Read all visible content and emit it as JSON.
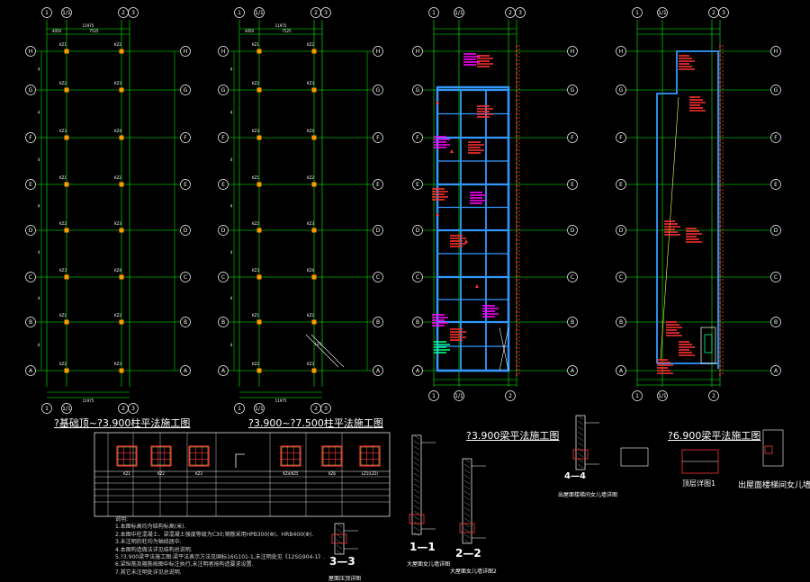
{
  "titles": {
    "plan1": "?基础顶~?3.900柱平法施工图",
    "plan2": "?3.900~?7.500柱平法施工图",
    "plan3": "?3.900梁平法施工图",
    "plan4": "?6.900梁平法施工图",
    "parapet": "出屋面楼梯间女儿墙详图",
    "detail_room": "顶层详图1"
  },
  "grid_letters": [
    "H",
    "G",
    "F",
    "E",
    "D",
    "C",
    "B",
    "A"
  ],
  "grid_numbers_a": [
    "1",
    "1/1",
    "2",
    "3"
  ],
  "column_labels": [
    "KZ1",
    "KZ2",
    "KZ3",
    "KZ4/KZ5",
    "KZ6",
    "LZ1(LZ2)"
  ],
  "sections": {
    "s11": "1—1",
    "s22": "2—2",
    "s33": "3—3",
    "s44": "4—4"
  },
  "section_captions": {
    "s11": "大屋面女儿墙详图",
    "s22": "大屋面女儿墙详图2",
    "s33": "屋面压顶详图",
    "s44": "出屋面楼梯间女儿墙详图"
  },
  "notes": [
    "说明:",
    "1.本图标高均为结构标高(米).",
    "2.本图中柱混凝土、梁混凝土强度等级为C30;钢筋采用HPB300(Φ)、HRB400(Φ).",
    "3.未注明的柱均为轴线居中.",
    "4.本图构造做法详见结构总说明.",
    "5.?3.900梁平法施工图:梁平法表示方法见国标16G101-1,未注明处见《12SG904-1》.",
    "6.梁纵筋及箍筋按图中标注执行,未注明者按构造要求设置.",
    "7.其它未注明处详见总说明."
  ],
  "colors": {
    "grid": "#00ff00",
    "column": "#ff9900",
    "beam": "#3399ff",
    "text_red": "#ff3333",
    "text_magenta": "#ff00ff",
    "wall": "#ffffff"
  }
}
